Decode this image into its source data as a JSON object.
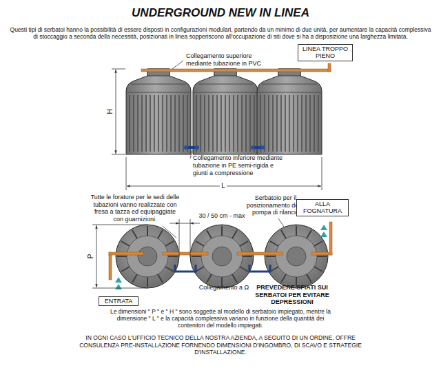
{
  "diagram": {
    "title": "UNDERGROUND NEW IN LINEA",
    "nodes": [
      {
        "text": [
          "LINEA TROPPO PIENO"
        ]
      },
      {
        "text": [
          "ALLA FOGNATURA"
        ]
      },
      {
        "text": [
          "ENTRATA"
        ]
      }
    ],
    "labels": [
      "Questi tipi di serbatoi hanno la possibilità di essere disposti in configurazioni modulari, partendo da un minimo di due unità, per aumentare la capacità complessiva di stoccaggio a seconda della necessità, posizionati in linea sopperiscono all'occupazione di siti dove si ha a disposizione una larghezza limitata.",
      "Collegamento superiore mediante tubazione in PVC",
      "H",
      "Collegamento inferiore mediante tubazione in PE semi-rigida e giunti a compressione",
      "L",
      "Tutte le forature per le sedi delle tubazioni vanno realizzate con fresa a tazza ed equipaggiate con guarnizioni.",
      "30 / 50 cm - max",
      "Serbatoio per il posizionamento della pompa di rilancio",
      "P",
      "Collegamento a Ω",
      "PREVEDERE SFIATI SUI SERBATOI PER EVITARE DEPRESSIONI",
      "Le dimensioni \" P \" e \" H \" sono soggette al modello di serbatoio impiegato, mentre la dimensione \" L \" e la capacità complessiva variano in funzione della quantità dei contenitori del modello impiegati.",
      "IN OGNI CASO L'UFFICIO TECNICO DELLA NOSTRA AZIENDA, A SEGUITO DI UN ORDINE, OFFRE CONSULENZA PRE-INSTALLAZIONE FORNENDO DIMENSIONI D'INGOMBRO, DI SCAVO E STRATEGIE D'INSTALLAZIONE."
    ]
  }
}
